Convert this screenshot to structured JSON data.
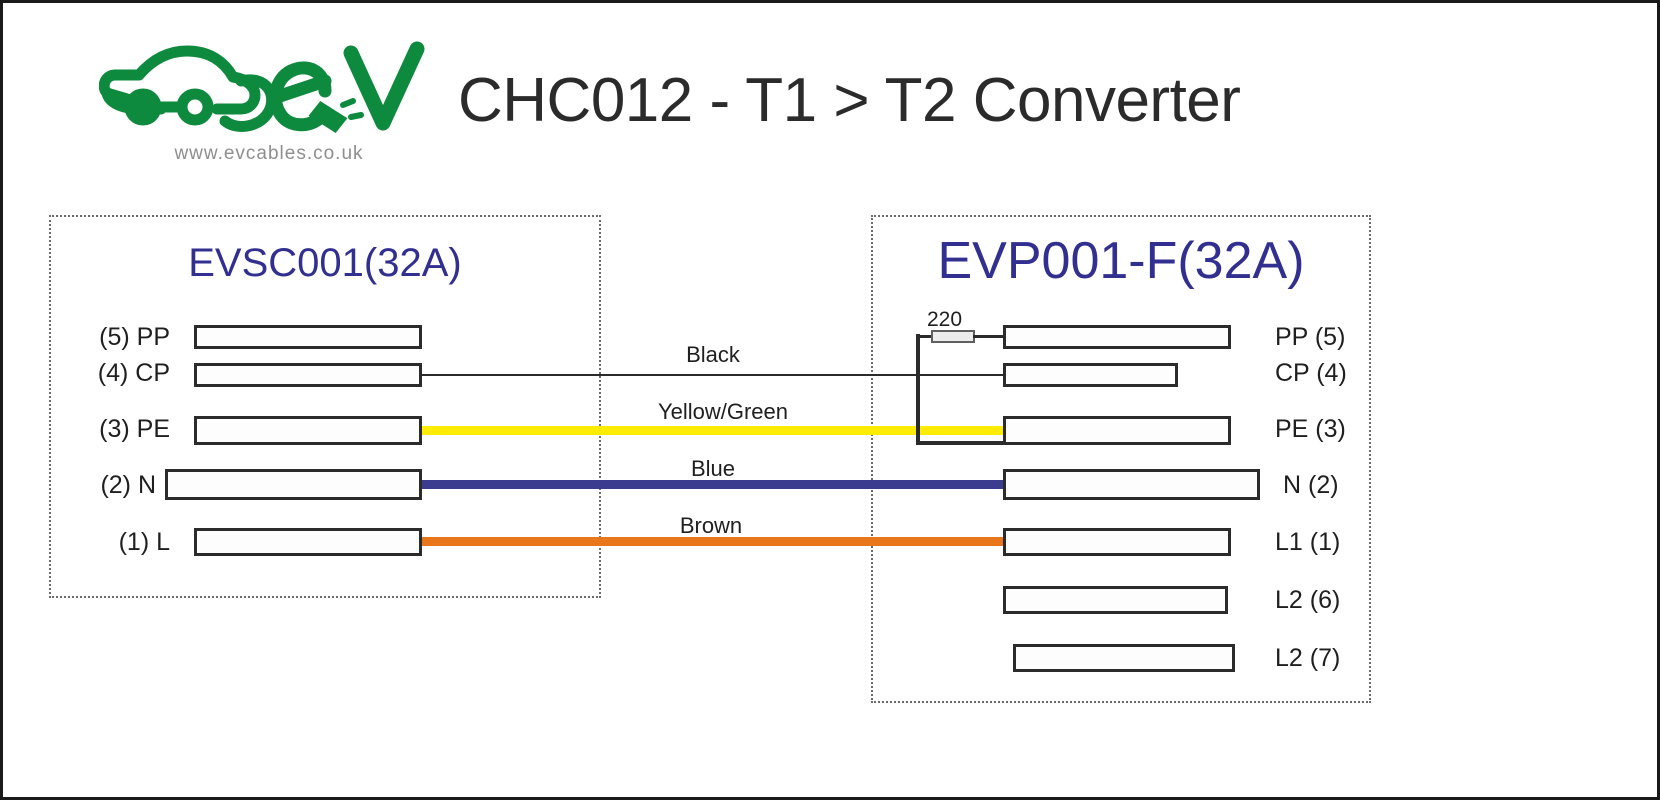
{
  "header": {
    "title": "CHC012 - T1 > T2 Converter",
    "logo_name": "ev-cables-logo",
    "logo_url_text": "www.evcables.co.uk",
    "logo_color": "#0e8a3e",
    "title_color": "#2b2b2b"
  },
  "panels": {
    "left": {
      "title": "EVSC001(32A)",
      "title_color": "#312f8f",
      "pins": [
        {
          "label": "(5) PP",
          "pin": "5",
          "name": "PP"
        },
        {
          "label": "(4) CP",
          "pin": "4",
          "name": "CP"
        },
        {
          "label": "(3) PE",
          "pin": "3",
          "name": "PE"
        },
        {
          "label": "(2) N",
          "pin": "2",
          "name": "N"
        },
        {
          "label": "(1) L",
          "pin": "1",
          "name": "L"
        }
      ]
    },
    "right": {
      "title": "EVP001-F(32A)",
      "title_color": "#312f8f",
      "pins": [
        {
          "label": "PP (5)",
          "pin": "5",
          "name": "PP"
        },
        {
          "label": "CP (4)",
          "pin": "4",
          "name": "CP"
        },
        {
          "label": "PE (3)",
          "pin": "3",
          "name": "PE"
        },
        {
          "label": "N (2)",
          "pin": "2",
          "name": "N"
        },
        {
          "label": "L1 (1)",
          "pin": "1",
          "name": "L1"
        },
        {
          "label": "L2 (6)",
          "pin": "6",
          "name": "L2"
        },
        {
          "label": "L2 (7)",
          "pin": "7",
          "name": "L2"
        }
      ]
    }
  },
  "wires": [
    {
      "caption": "Black",
      "color": "#2b2b2b",
      "from": "(4) CP",
      "to": "CP (4)"
    },
    {
      "caption": "Yellow/Green",
      "color": "#ffec00",
      "from": "(3) PE",
      "to": "PE (3)"
    },
    {
      "caption": "Blue",
      "color": "#3b3b8f",
      "from": "(2) N",
      "to": "N (2)"
    },
    {
      "caption": "Brown",
      "color": "#e8761b",
      "from": "(1) L",
      "to": "L1 (1)"
    }
  ],
  "components": {
    "resistor": {
      "value": "220",
      "name": "resistor-220-ohm",
      "between": "PP (5) and PE (3)"
    }
  }
}
